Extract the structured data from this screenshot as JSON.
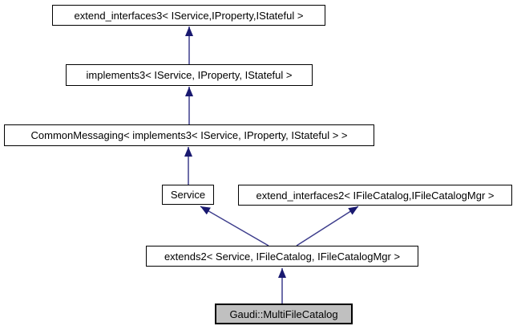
{
  "diagram": {
    "type": "class-inheritance-graph",
    "current_class": "Gaudi::MultiFileCatalog",
    "colors": {
      "edge_shaft": "#3d3d8c",
      "edge_arrowhead": "#191970",
      "node_border": "#000000",
      "node_fill": "#ffffff",
      "highlight_node_fill": "#c0c0c0",
      "text": "#000000",
      "background": "#ffffff"
    },
    "nodes": [
      {
        "id": "extend_interfaces3",
        "label": "extend_interfaces3< IService,IProperty,IStateful >",
        "highlighted": false
      },
      {
        "id": "implements3",
        "label": "implements3< IService, IProperty, IStateful >",
        "highlighted": false
      },
      {
        "id": "CommonMessaging",
        "label": "CommonMessaging< implements3< IService, IProperty, IStateful > >",
        "highlighted": false
      },
      {
        "id": "Service",
        "label": "Service",
        "highlighted": false
      },
      {
        "id": "extend_interfaces2",
        "label": "extend_interfaces2< IFileCatalog,IFileCatalogMgr >",
        "highlighted": false
      },
      {
        "id": "extends2",
        "label": "extends2< Service, IFileCatalog, IFileCatalogMgr >",
        "highlighted": false
      },
      {
        "id": "Gaudi::MultiFileCatalog",
        "label": "Gaudi::MultiFileCatalog",
        "highlighted": true
      }
    ],
    "edges": [
      {
        "from": "implements3",
        "to": "extend_interfaces3"
      },
      {
        "from": "CommonMessaging",
        "to": "implements3"
      },
      {
        "from": "Service",
        "to": "CommonMessaging"
      },
      {
        "from": "extends2",
        "to": "Service"
      },
      {
        "from": "extends2",
        "to": "extend_interfaces2"
      },
      {
        "from": "Gaudi::MultiFileCatalog",
        "to": "extends2"
      }
    ]
  }
}
